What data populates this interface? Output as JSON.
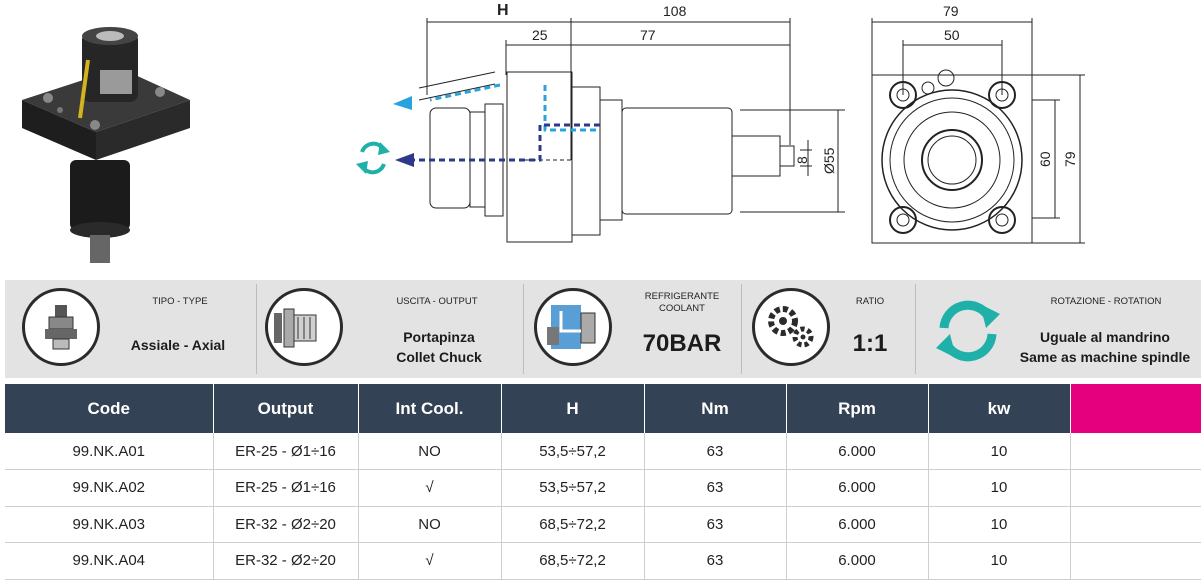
{
  "drawing": {
    "dims_side": {
      "h_label": "H",
      "overall": "108",
      "d25": "25",
      "d77": "77",
      "d8": "8",
      "d55": "Ø55"
    },
    "dims_front": {
      "w79": "79",
      "w50": "50",
      "h60": "60",
      "h79": "79"
    },
    "colors": {
      "coolant": "#29a3dd",
      "spindle": "#2d3a8c",
      "rotation": "#1fb1a9"
    }
  },
  "features": [
    {
      "id": "type",
      "label": "TIPO - TYPE",
      "value": "Assiale - Axial",
      "icon": "axial-tool-icon"
    },
    {
      "id": "output",
      "label": "USCITA - OUTPUT",
      "value_line1": "Portapinza",
      "value_line2": "Collet Chuck",
      "icon": "collet-chuck-icon"
    },
    {
      "id": "coolant",
      "label_line1": "REFRIGERANTE",
      "label_line2": "COOLANT",
      "value": "70BAR",
      "icon": "coolant-icon"
    },
    {
      "id": "ratio",
      "label": "RATIO",
      "value": "1:1",
      "icon": "gears-icon"
    },
    {
      "id": "rotation",
      "label": "ROTAZIONE - ROTATION",
      "value_line1": "Uguale al mandrino",
      "value_line2": "Same as machine spindle",
      "icon": "rotation-arrows-icon"
    }
  ],
  "table": {
    "headers": [
      "Code",
      "Output",
      "Int Cool.",
      "H",
      "Nm",
      "Rpm",
      "kw",
      ""
    ],
    "rows": [
      [
        "99.NK.A01",
        "ER-25 - Ø1÷16",
        "NO",
        "53,5÷57,2",
        "63",
        "6.000",
        "10",
        ""
      ],
      [
        "99.NK.A02",
        "ER-25 - Ø1÷16",
        "√",
        "53,5÷57,2",
        "63",
        "6.000",
        "10",
        ""
      ],
      [
        "99.NK.A03",
        "ER-32 - Ø2÷20",
        "NO",
        "68,5÷72,2",
        "63",
        "6.000",
        "10",
        ""
      ],
      [
        "99.NK.A04",
        "ER-32 - Ø2÷20",
        "√",
        "68,5÷72,2",
        "63",
        "6.000",
        "10",
        ""
      ]
    ],
    "accent_color": "#e5007e",
    "header_color": "#334254"
  }
}
